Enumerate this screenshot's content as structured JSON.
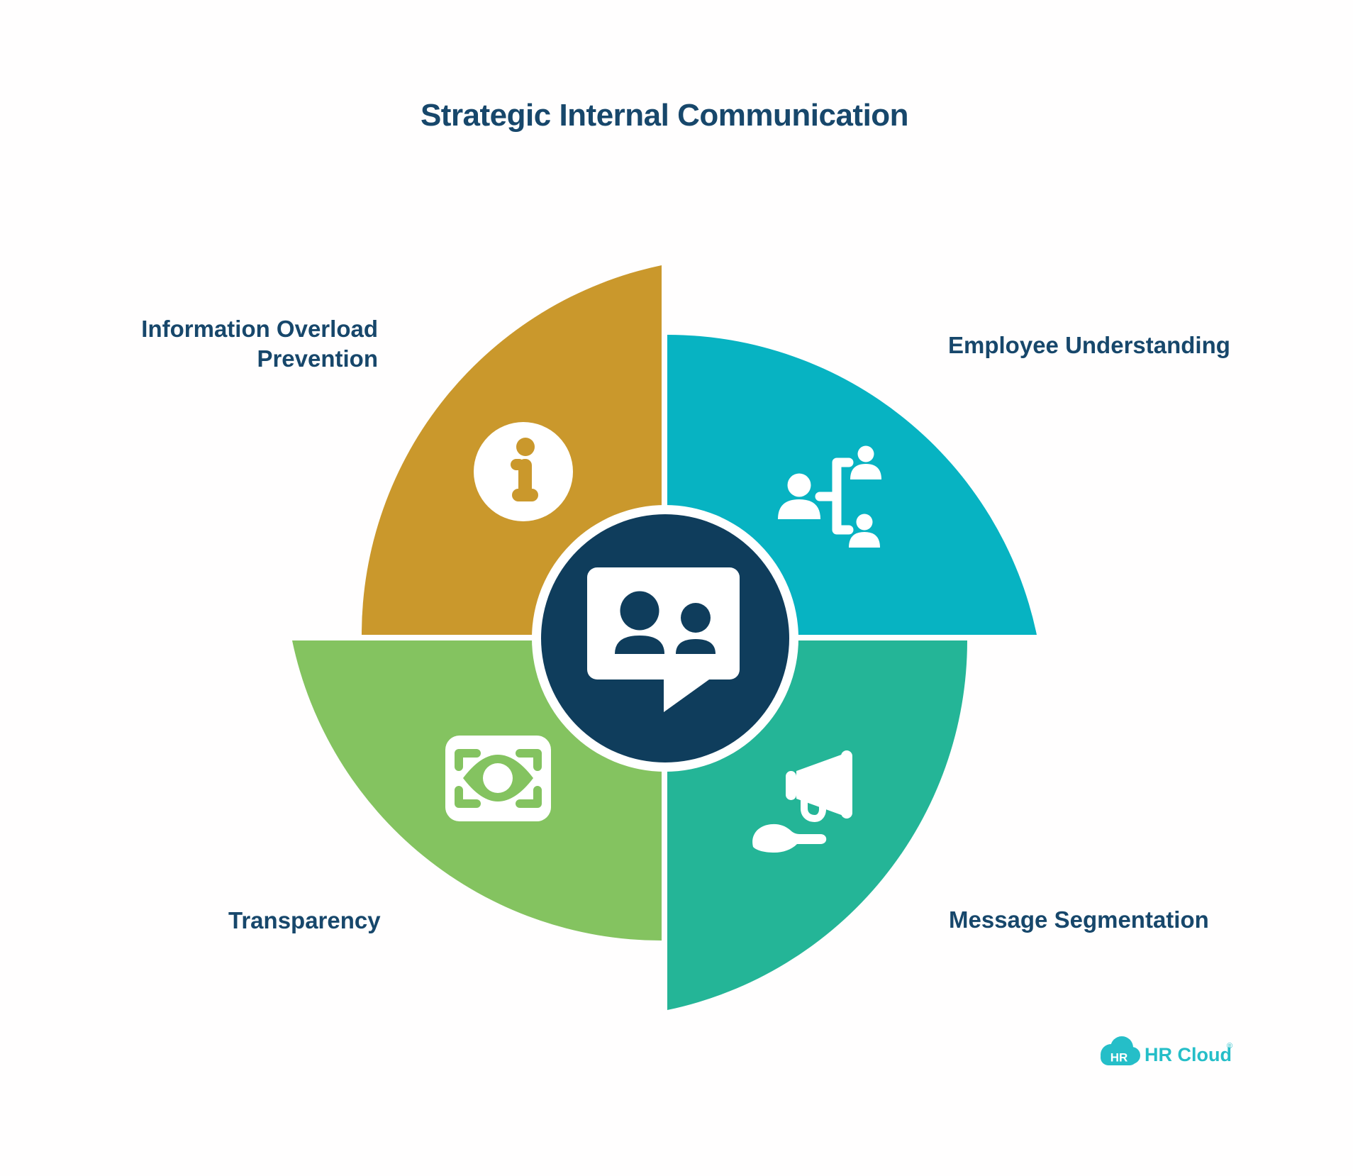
{
  "title": "Strategic Internal Communication",
  "quadrants": [
    {
      "id": "information-overload-prevention",
      "label": "Information Overload Prevention",
      "lines": [
        "Information Overload",
        "Prevention"
      ],
      "position": "top-left",
      "color": "#CA982C",
      "icon": "info-icon"
    },
    {
      "id": "employee-understanding",
      "label": "Employee Understanding",
      "lines": [
        "Employee Understanding"
      ],
      "position": "top-right",
      "color": "#07B3C2",
      "icon": "org-people-icon"
    },
    {
      "id": "transparency",
      "label": "Transparency",
      "lines": [
        "Transparency"
      ],
      "position": "bottom-left",
      "color": "#84C360",
      "icon": "eye-scan-icon"
    },
    {
      "id": "message-segmentation",
      "label": "Message Segmentation",
      "lines": [
        "Message Segmentation"
      ],
      "position": "bottom-right",
      "color": "#24B597",
      "icon": "megaphone-hand-icon"
    }
  ],
  "center": {
    "icon": "chat-people-icon",
    "circle_color": "#0F3D5C",
    "ring_color": "#FFFFFF"
  },
  "colors": {
    "background": "#FFFEFE",
    "text": "#17476B",
    "gold": "#CA982C",
    "teal": "#07B3C2",
    "green": "#84C360",
    "seagreen": "#24B597",
    "navy": "#0F3D5C",
    "white": "#FFFFFF",
    "logo_teal": "#25BEC8"
  },
  "logo": {
    "badge": "HR",
    "wordmark": "HR Cloud",
    "trademark": "®"
  }
}
